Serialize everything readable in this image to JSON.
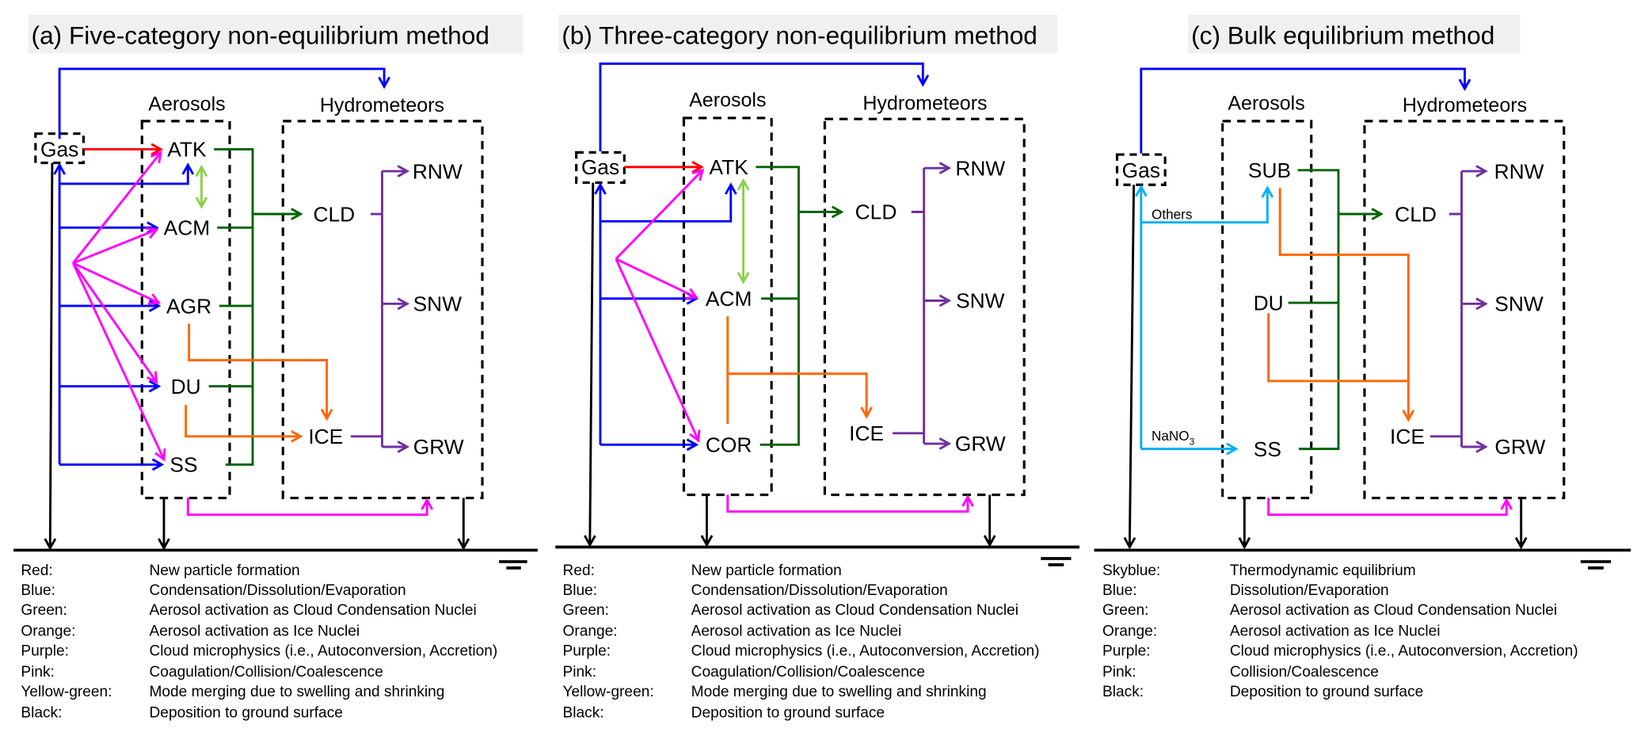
{
  "figure": {
    "colors": {
      "red": "#ff0000",
      "blue": "#0000ff",
      "green": "#006400",
      "orange": "#ff6600",
      "purple": "#7030a0",
      "pink": "#ff00ff",
      "yellowgreen": "#8bd04b",
      "skyblue": "#00b0f0",
      "black": "#000000"
    },
    "panels": [
      {
        "id": "a",
        "title": "(a) Five-category non-equilibrium method",
        "group_aerosols": "Aerosols",
        "group_hydrometeors": "Hydrometeors",
        "gas": "Gas",
        "aerosol_nodes": [
          "ATK",
          "ACM",
          "AGR",
          "DU",
          "SS"
        ],
        "hydrometeor_nodes": [
          "CLD",
          "RNW",
          "SNW",
          "ICE",
          "GRW"
        ],
        "legend": [
          {
            "color_name": "Red",
            "color": "red",
            "desc": "New particle formation"
          },
          {
            "color_name": "Blue",
            "color": "blue",
            "desc": "Condensation/Dissolution/Evaporation"
          },
          {
            "color_name": "Green",
            "color": "green",
            "desc": "Aerosol activation as Cloud Condensation Nuclei"
          },
          {
            "color_name": "Orange",
            "color": "orange",
            "desc": "Aerosol activation as Ice Nuclei"
          },
          {
            "color_name": "Purple",
            "color": "purple",
            "desc": "Cloud microphysics (i.e., Autoconversion, Accretion)"
          },
          {
            "color_name": "Pink",
            "color": "pink",
            "desc": "Coagulation/Collision/Coalescence"
          },
          {
            "color_name": "Yellow-green",
            "color": "yellowgreen",
            "desc": "Mode merging due to swelling and shrinking"
          },
          {
            "color_name": "Black",
            "color": "black",
            "desc": "Deposition to ground surface"
          }
        ]
      },
      {
        "id": "b",
        "title": "(b) Three-category non-equilibrium method",
        "group_aerosols": "Aerosols",
        "group_hydrometeors": "Hydrometeors",
        "gas": "Gas",
        "aerosol_nodes": [
          "ATK",
          "ACM",
          "COR"
        ],
        "hydrometeor_nodes": [
          "CLD",
          "RNW",
          "SNW",
          "ICE",
          "GRW"
        ],
        "legend": [
          {
            "color_name": "Red",
            "color": "red",
            "desc": "New particle formation"
          },
          {
            "color_name": "Blue",
            "color": "blue",
            "desc": "Condensation/Dissolution/Evaporation"
          },
          {
            "color_name": "Green",
            "color": "green",
            "desc": "Aerosol activation as Cloud Condensation Nuclei"
          },
          {
            "color_name": "Orange",
            "color": "orange",
            "desc": "Aerosol activation as Ice Nuclei"
          },
          {
            "color_name": "Purple",
            "color": "purple",
            "desc": "Cloud microphysics (i.e., Autoconversion, Accretion)"
          },
          {
            "color_name": "Pink",
            "color": "pink",
            "desc": "Coagulation/Collision/Coalescence"
          },
          {
            "color_name": "Yellow-green",
            "color": "yellowgreen",
            "desc": "Mode merging due to swelling and shrinking"
          },
          {
            "color_name": "Black",
            "color": "black",
            "desc": "Deposition to ground surface"
          }
        ]
      },
      {
        "id": "c",
        "title": "(c) Bulk equilibrium method",
        "group_aerosols": "Aerosols",
        "group_hydrometeors": "Hydrometeors",
        "gas": "Gas",
        "aerosol_nodes": [
          "SUB",
          "DU",
          "SS"
        ],
        "hydrometeor_nodes": [
          "CLD",
          "RNW",
          "SNW",
          "ICE",
          "GRW"
        ],
        "annotations": {
          "others": "Others",
          "nano3_base": "NaNO",
          "nano3_sub": "3"
        },
        "legend": [
          {
            "color_name": "Skyblue",
            "color": "skyblue",
            "desc": "Thermodynamic equilibrium"
          },
          {
            "color_name": "Blue",
            "color": "blue",
            "desc": "Dissolution/Evaporation"
          },
          {
            "color_name": "Green",
            "color": "green",
            "desc": "Aerosol activation as Cloud Condensation Nuclei"
          },
          {
            "color_name": "Orange",
            "color": "orange",
            "desc": "Aerosol activation as Ice Nuclei"
          },
          {
            "color_name": "Purple",
            "color": "purple",
            "desc": "Cloud microphysics (i.e., Autoconversion, Accretion)"
          },
          {
            "color_name": "Pink",
            "color": "pink",
            "desc": "Collision/Coalescence"
          },
          {
            "color_name": "Black",
            "color": "black",
            "desc": "Deposition to ground surface"
          }
        ]
      }
    ]
  }
}
